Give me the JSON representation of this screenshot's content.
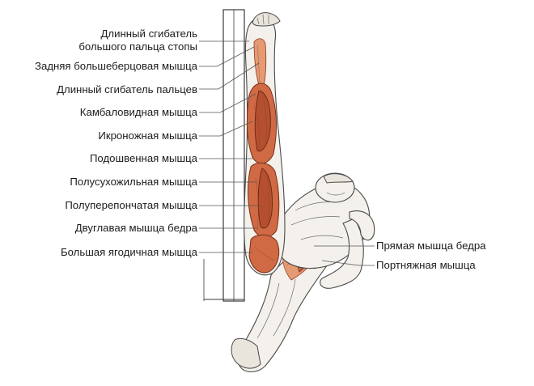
{
  "labels_left": [
    {
      "line1": "Длинный сгибатель",
      "line2": "большого пальца стопы"
    },
    {
      "line1": "Задняя большеберцовая мышца"
    },
    {
      "line1": "Длинный сгибатель пальцев"
    },
    {
      "line1": "Камбаловидная мышца"
    },
    {
      "line1": "Икроножная мышца"
    },
    {
      "line1": "Подошвенная мышца"
    },
    {
      "line1": "Полусухожильная мышца"
    },
    {
      "line1": "Полуперепончатая мышца"
    },
    {
      "line1": "Двуглавая мышца бедра"
    },
    {
      "line1": "Большая ягодичная мышца"
    }
  ],
  "labels_right": [
    {
      "line1": "Прямая мышца бедра"
    },
    {
      "line1": "Портняжная мышца"
    }
  ],
  "colors": {
    "muscle": "#cf6a45",
    "muscle_dark": "#b4502f",
    "skin": "#f4f1ec",
    "outline": "#4a4a4a"
  }
}
